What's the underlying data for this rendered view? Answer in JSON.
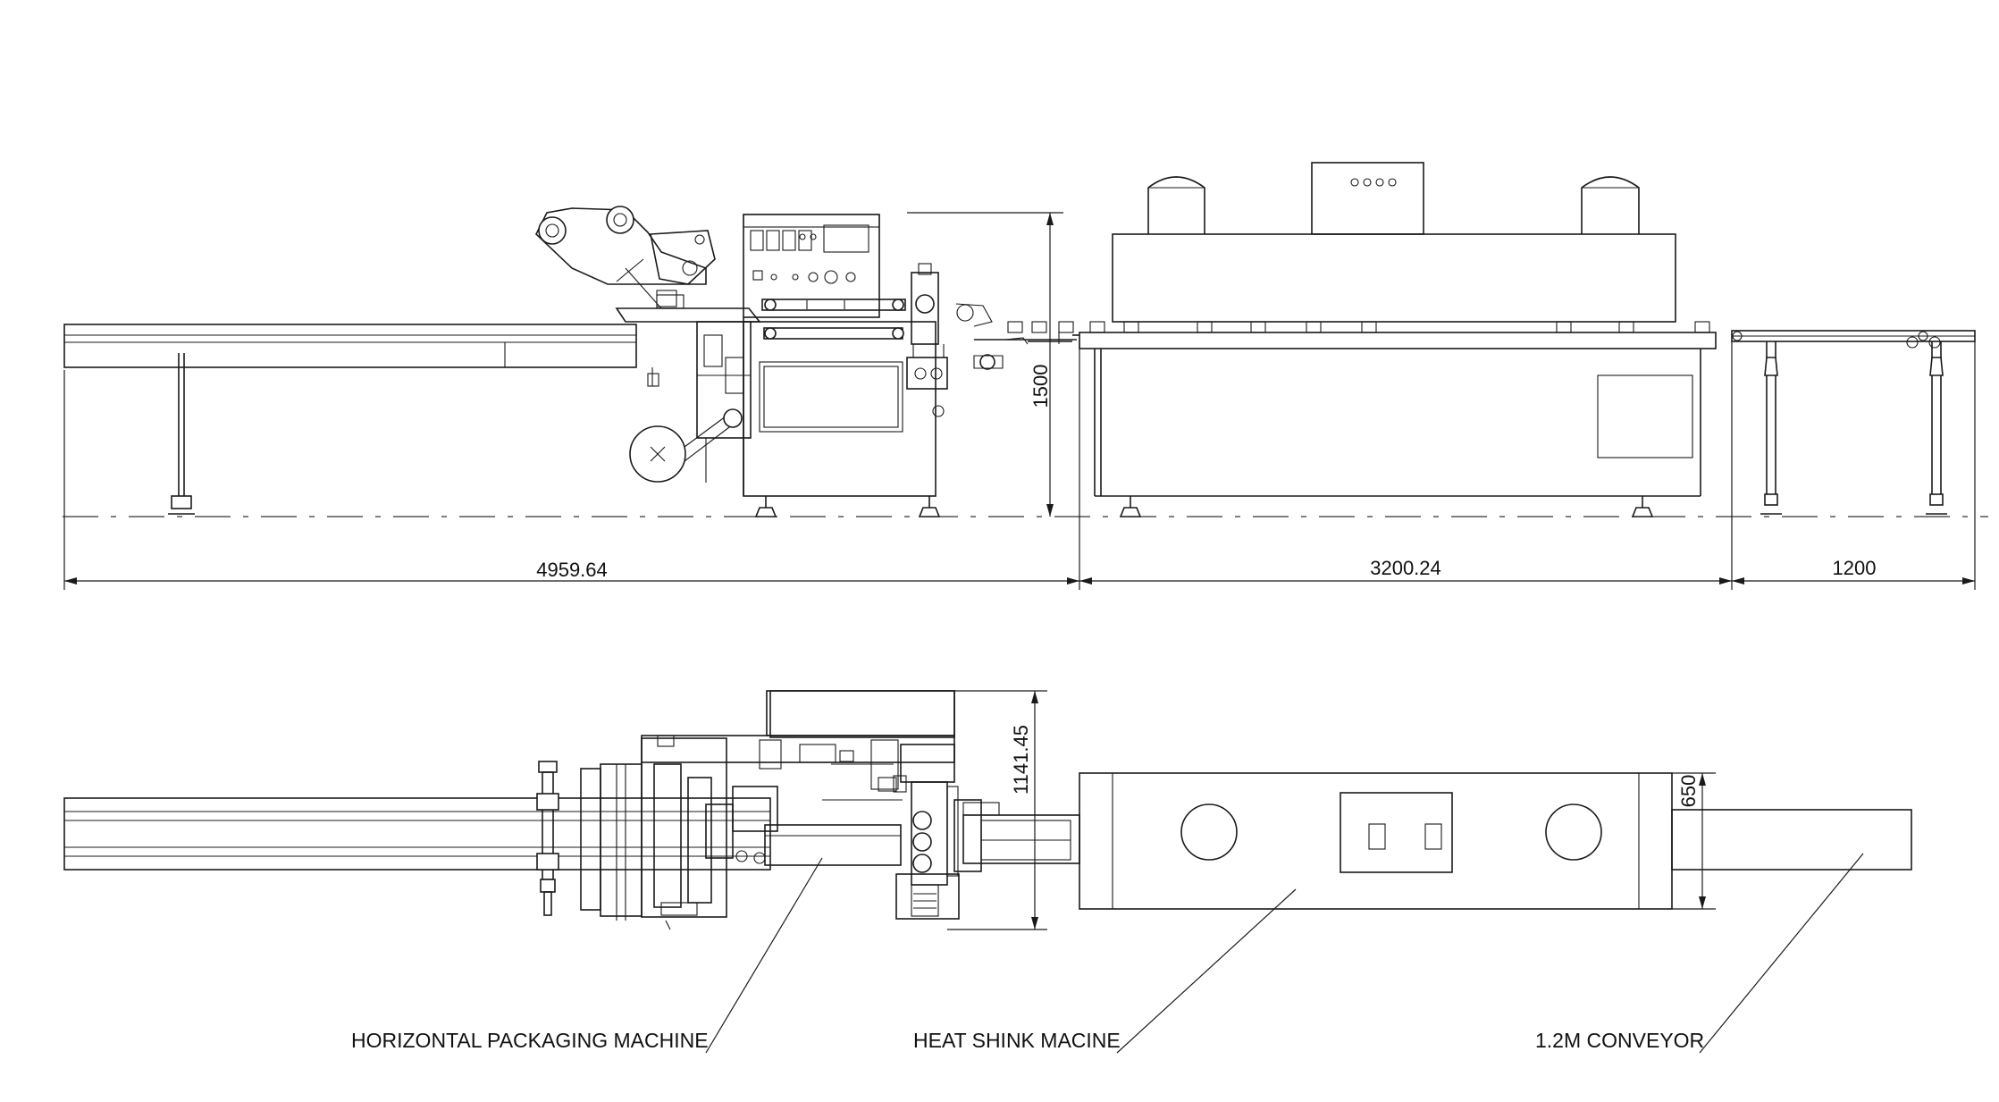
{
  "drawing": {
    "dimensions": {
      "overall_height": "1500",
      "packaging_length": "4959.64",
      "shrink_length": "3200.24",
      "conveyor_length": "1200",
      "plan_width": "1141.45",
      "conveyor_width": "650"
    },
    "labels": {
      "packaging_machine": "HORIZONTAL PACKAGING MACHINE",
      "shrink_machine": "HEAT SHINK MACINE",
      "conveyor": "1.2M CONVEYOR"
    }
  }
}
